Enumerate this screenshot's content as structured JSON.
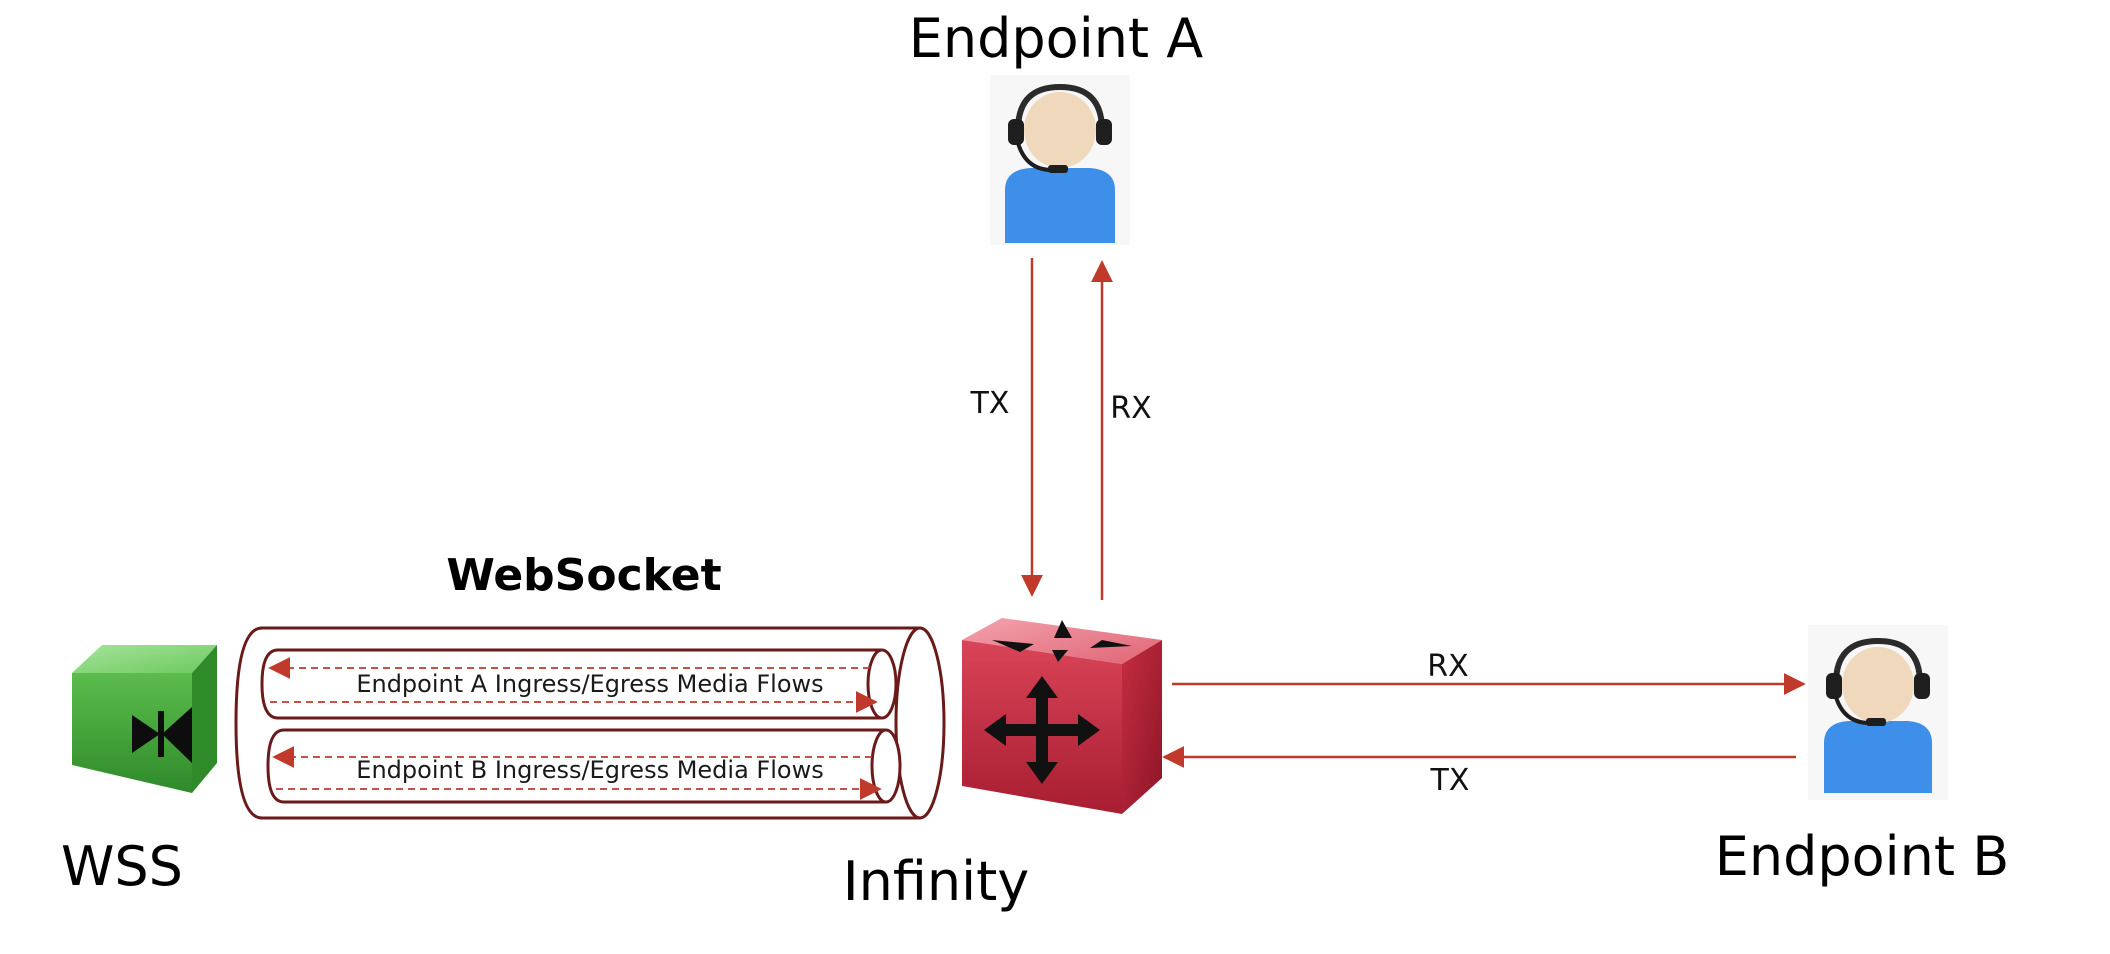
{
  "nodes": {
    "endpoint_a": {
      "label": "Endpoint A"
    },
    "endpoint_b": {
      "label": "Endpoint B"
    },
    "wss": {
      "label": "WSS"
    },
    "infinity": {
      "label": "Infinity"
    }
  },
  "websocket": {
    "title": "WebSocket",
    "flows": [
      {
        "label": "Endpoint A Ingress/Egress Media Flows"
      },
      {
        "label": "Endpoint B Ingress/Egress Media Flows"
      }
    ]
  },
  "links": {
    "endpoint_a_tx": "TX",
    "endpoint_a_rx": "RX",
    "endpoint_b_rx": "RX",
    "endpoint_b_tx": "TX"
  },
  "colors": {
    "arrow": "#c0392b",
    "tunnel_stroke": "#6b1a1a",
    "person_body": "#3d8fea",
    "person_skin": "#f0d8bd",
    "wss_cube": "#3fae3a",
    "infinity_cube": "#d6394d"
  },
  "icons": {
    "endpoint_a": "headset-user-icon",
    "endpoint_b": "headset-user-icon",
    "wss": "green-cube-icon",
    "infinity": "red-router-cube-icon"
  }
}
